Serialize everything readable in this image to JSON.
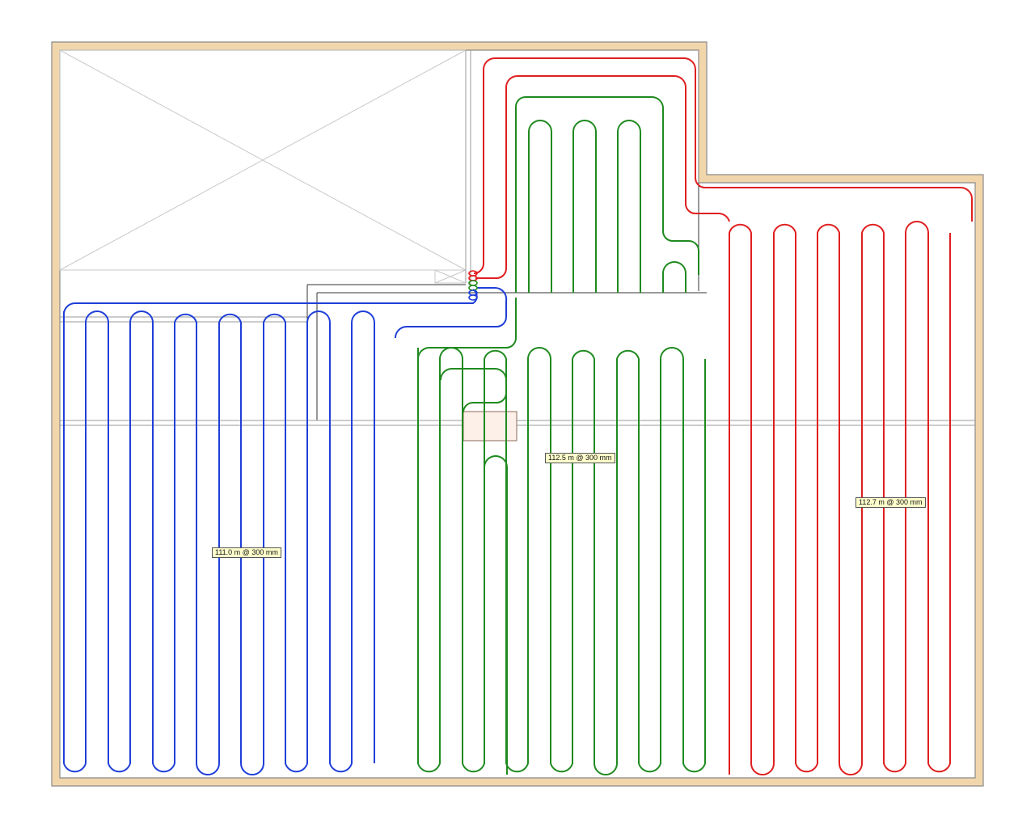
{
  "colors": {
    "wall_fill": "#f2d6ab",
    "wall_line": "#8a8a8a",
    "label_bg": "#ffffcc",
    "manifold_fill": "#fdf0e8"
  },
  "loops": [
    {
      "id": "blue",
      "color": "#1f3fd8",
      "label": "111.0 m @ 300 mm"
    },
    {
      "id": "green",
      "color": "#1f8a1f",
      "label": "112.5 m @ 300 mm"
    },
    {
      "id": "red",
      "color": "#e01f1f",
      "label": "112.7 m @ 300 mm"
    }
  ]
}
